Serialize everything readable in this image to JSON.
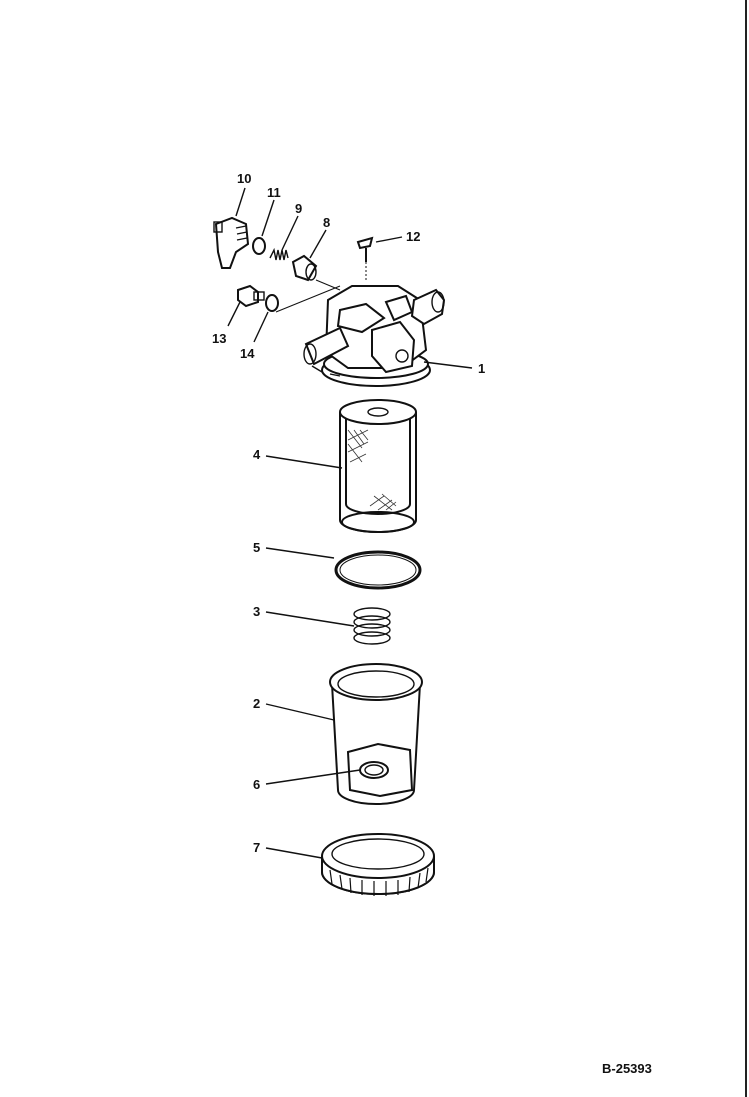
{
  "figure_code": "B-25393",
  "labels": {
    "p1": "1",
    "p2": "2",
    "p3": "3",
    "p4": "4",
    "p5": "5",
    "p6": "6",
    "p7": "7",
    "p8": "8",
    "p9": "9",
    "p10": "10",
    "p11": "11",
    "p12": "12",
    "p13": "13",
    "p14": "14"
  }
}
